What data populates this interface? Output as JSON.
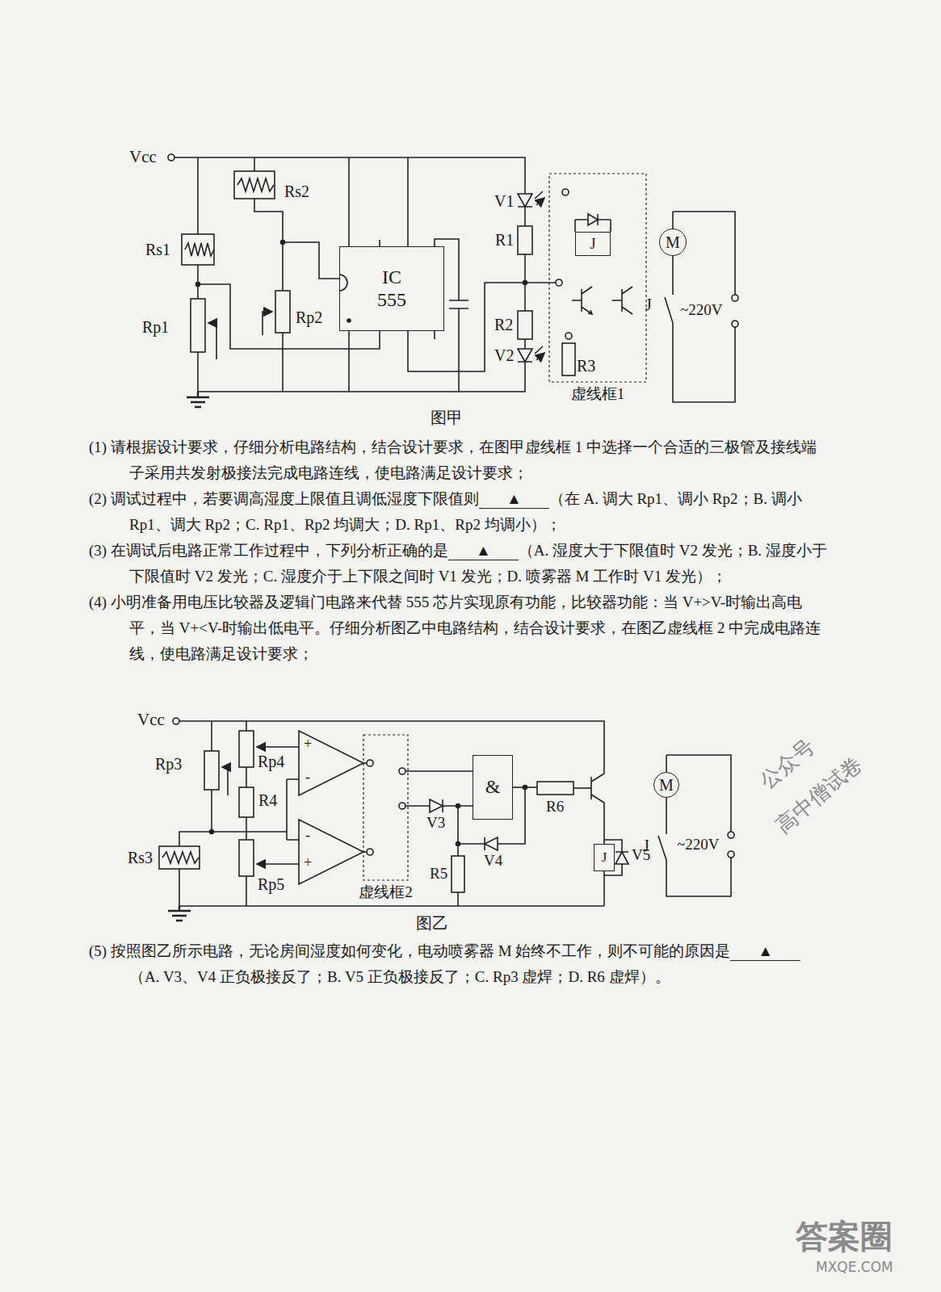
{
  "diagram": {
    "nodes": [
      {
        "text": [
          "IC 555"
        ]
      },
      {
        "text": [
          "虚线框1"
        ]
      },
      {
        "text": [
          "J"
        ],
        "in": 1
      },
      {
        "text": [
          "M"
        ]
      },
      {
        "text": [
          "虚线框2"
        ]
      },
      {
        "text": [
          "&"
        ]
      },
      {
        "text": [
          "J"
        ]
      },
      {
        "text": [
          "M"
        ]
      }
    ],
    "edges": [
      {
        "from": 4,
        "to": 5,
        "arrow": "none"
      }
    ],
    "labels": [
      "Vcc",
      "Rs2",
      "Rs1",
      "Rp1",
      "Rp2",
      "V1",
      "R1",
      "R2",
      "V2",
      "R3",
      "J",
      "~220V",
      "图甲",
      "(1) 请根据设计要求，仔细分析电路结构，结合设计要求，在图甲虚线框 1 中选择一个合适的三极管及接线端子采用共发射极接法完成电路连线，使电路满足设计要求；",
      "(2) 调试过程中，若要调高湿度上限值且调低湿度下限值则▲（在 A. 调大 Rp1、调小 Rp2；B. 调小 Rp1、调大 Rp2；C. Rp1、Rp2 均调大；D. Rp1、Rp2 均调小）；",
      "(3) 在调试后电路正常工作过程中，下列分析正确的是▲（A. 湿度大于下限值时 V2 发光；B. 湿度小于下限值时 V2 发光；C. 湿度介于上下限之间时 V1 发光；D. 喷雾器 M 工作时 V1 发光）；",
      "(4) 小明准备用电压比较器及逻辑门电路来代替 555 芯片实现原有功能，比较器功能：当 V+>V-时输出高电平，当 V+<V-时输出低电平。仔细分析图乙中电路结构，结合设计要求，在图乙虚线框 2 中完成电路连线，使电路满足设计要求；",
      "Vcc",
      "Rp3",
      "Rp4",
      "R4",
      "+",
      "-",
      "-",
      "+",
      "Rp5",
      "Rs3",
      "V3",
      "V4",
      "R5",
      "R6",
      "V5",
      "J",
      "~220V",
      "图乙",
      "(5) 按照图乙所示电路，无论房间湿度如何变化，电动喷雾器 M 始终不工作，则不可能的原因是▲（A. V3、V4 正负极接反了；B. V5 正负极接反了；C. Rp3 虚焊；D. R6 虚焊）。",
      "公众号",
      "高中僧试卷",
      "答案圈",
      "MXQE.COM"
    ]
  }
}
